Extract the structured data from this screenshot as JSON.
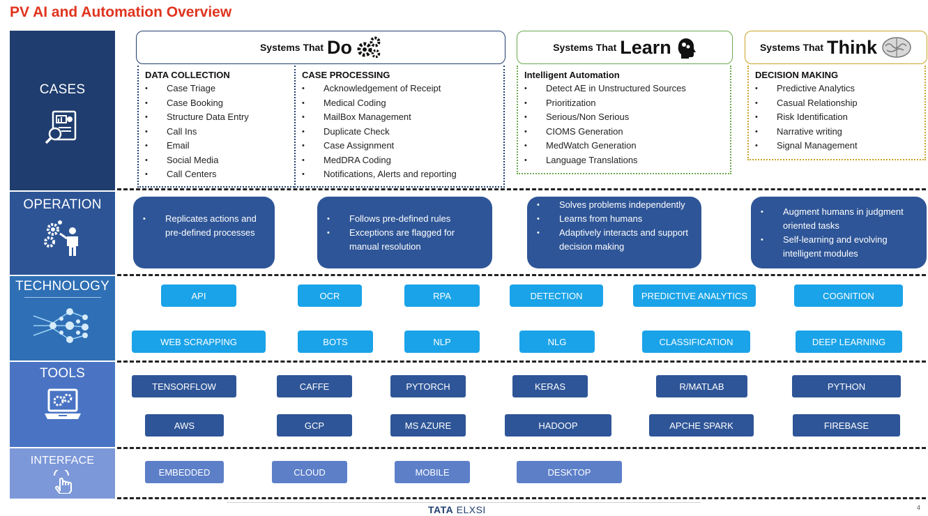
{
  "title": "PV AI and Automation Overview",
  "sections": {
    "cases": "CASES",
    "operation": "OPERATION",
    "technology": "TECHNOLOGY",
    "tools": "TOOLS",
    "interface": "INTERFACE"
  },
  "systems": {
    "do": {
      "pre": "Systems That",
      "big": "Do",
      "icon": "gears-icon"
    },
    "learn": {
      "pre": "Systems That",
      "big": "Learn",
      "icon": "brain-head-icon"
    },
    "think": {
      "pre": "Systems That",
      "big": "Think",
      "icon": "brain-icon"
    }
  },
  "panels": {
    "data_collection": {
      "heading": "DATA COLLECTION",
      "items": [
        "Case Triage",
        "Case Booking",
        "Structure  Data Entry",
        "Call Ins",
        "Email",
        "Social Media",
        "Call Centers"
      ]
    },
    "case_processing": {
      "heading": "CASE PROCESSING",
      "items": [
        "Acknowledgement of Receipt",
        "Medical Coding",
        "MailBox Management",
        "Duplicate Check",
        "Case Assignment",
        "MedDRA Coding",
        "Notifications, Alerts and reporting"
      ]
    },
    "intelligent_automation": {
      "heading": "Intelligent Automation",
      "items": [
        "Detect AE in Unstructured  Sources",
        "Prioritization",
        "Serious/Non  Serious",
        "CIOMS Generation",
        "MedWatch Generation",
        "Language Translations"
      ]
    },
    "decision_making": {
      "heading": "DECISION MAKING",
      "items": [
        "Predictive Analytics",
        "Casual Relationship",
        "Risk Identification",
        "Narrative writing",
        "Signal Management"
      ]
    }
  },
  "operation": [
    [
      "Replicates actions and pre-defined processes"
    ],
    [
      "Follows pre-defined rules",
      "Exceptions are flagged for manual resolution"
    ],
    [
      "Solves problems independently",
      "Learns from humans",
      "Adaptively interacts and support decision making"
    ],
    [
      "Augment humans in judgment oriented tasks",
      "Self-learning and evolving intelligent modules"
    ]
  ],
  "technology": [
    "API",
    "OCR",
    "RPA",
    "DETECTION",
    "PREDICTIVE ANALYTICS",
    "COGNITION",
    "WEB SCRAPPING",
    "BOTS",
    "NLP",
    "NLG",
    "CLASSIFICATION",
    "DEEP LEARNING"
  ],
  "tools": [
    "TENSORFLOW",
    "CAFFE",
    "PYTORCH",
    "KERAS",
    "R/MATLAB",
    "PYTHON",
    "AWS",
    "GCP",
    "MS AZURE",
    "HADOOP",
    "APCHE SPARK",
    "FIREBASE"
  ],
  "interface": [
    "EMBEDDED",
    "CLOUD",
    "MOBILE",
    "DESKTOP"
  ],
  "footer": {
    "brand_bold": "TATA",
    "brand_rest": " ELXSI",
    "page": "4"
  },
  "colors": {
    "title": "#e0341e",
    "cases": "#1f3d6e",
    "operation": "#2d5596",
    "technology": "#2f6fb5",
    "tools": "#4a74c3",
    "interface": "#7c98d8",
    "tech_chip": "#1aa3e8",
    "tool_chip": "#2e5597",
    "interface_chip": "#5c7fc8",
    "learn_border": "#6aa84f",
    "think_border": "#c9a227"
  }
}
